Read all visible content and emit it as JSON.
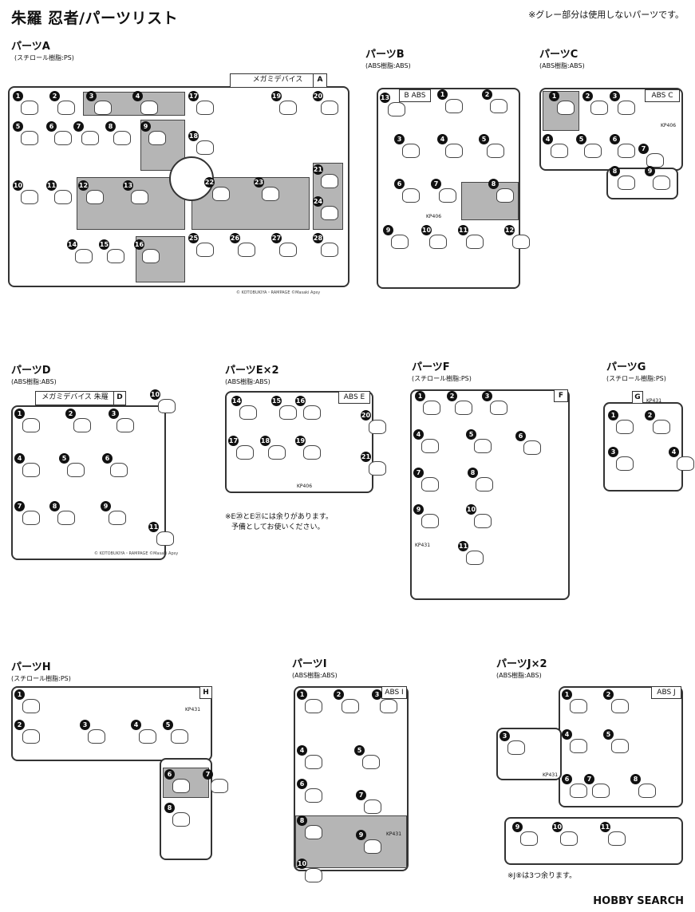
{
  "page": {
    "title": "朱羅 忍者/パーツリスト",
    "note": "※グレー部分は使用しないパーツです。"
  },
  "parts": {
    "A": {
      "title": "パーツA",
      "material": "(スチロール樹脂:PS)",
      "tag_name": "メガミデバイス",
      "tag_letter": "A",
      "credit": "© KOTOBUKIYA・RAMPAGE ©Masaki Apsy"
    },
    "B": {
      "title": "パーツB",
      "material": "(ABS樹脂:ABS)",
      "tag_letter": "B",
      "tag_mat": "ABS",
      "code": "KP406"
    },
    "C": {
      "title": "パーツC",
      "material": "(ABS樹脂:ABS)",
      "tag_letter": "C",
      "tag_mat": "ABS",
      "code": "KP406"
    },
    "D": {
      "title": "パーツD",
      "material": "(ABS樹脂:ABS)",
      "tag_name": "メガミデバイス 朱羅",
      "tag_letter": "D",
      "credit": "© KOTOBUKIYA・RAMPAGE ©Masaki Apsy"
    },
    "E": {
      "title": "パーツE×2",
      "material": "(ABS樹脂:ABS)",
      "tag_letter": "E",
      "tag_mat": "ABS",
      "code": "KP406",
      "note1": "※E⑳とE㉑には余りがあります。",
      "note2": "予備としてお使いください。"
    },
    "F": {
      "title": "パーツF",
      "material": "(スチロール樹脂:PS)",
      "tag_letter": "F",
      "code": "KP431"
    },
    "G": {
      "title": "パーツG",
      "material": "(スチロール樹脂:PS)",
      "tag_letter": "G",
      "code": "KP431"
    },
    "H": {
      "title": "パーツH",
      "material": "(スチロール樹脂:PS)",
      "tag_letter": "H",
      "code": "KP431"
    },
    "I": {
      "title": "パーツI",
      "material": "(ABS樹脂:ABS)",
      "tag_letter": "I",
      "tag_mat": "ABS",
      "code": "KP431"
    },
    "J": {
      "title": "パーツJ×2",
      "material": "(ABS樹脂:ABS)",
      "tag_letter": "J",
      "tag_mat": "ABS",
      "code": "KP431",
      "note": "※J⑧は3つ余ります。"
    }
  },
  "numbers": {
    "A": [
      "1",
      "2",
      "3",
      "4",
      "5",
      "6",
      "7",
      "8",
      "9",
      "10",
      "11",
      "12",
      "13",
      "14",
      "15",
      "16",
      "17",
      "18",
      "19",
      "20",
      "21",
      "22",
      "23",
      "24",
      "25",
      "26",
      "27",
      "28"
    ],
    "B": [
      "1",
      "2",
      "3",
      "4",
      "5",
      "6",
      "7",
      "8",
      "9",
      "10",
      "11",
      "12",
      "13"
    ],
    "C": [
      "1",
      "2",
      "3",
      "4",
      "5",
      "6",
      "7",
      "8",
      "9"
    ],
    "D": [
      "1",
      "2",
      "3",
      "4",
      "5",
      "6",
      "7",
      "8",
      "9",
      "10",
      "11"
    ],
    "E": [
      "14",
      "15",
      "16",
      "17",
      "18",
      "19",
      "20",
      "21"
    ],
    "F": [
      "1",
      "2",
      "3",
      "4",
      "5",
      "6",
      "7",
      "8",
      "9",
      "10",
      "11"
    ],
    "G": [
      "1",
      "2",
      "3",
      "4"
    ],
    "H": [
      "1",
      "2",
      "3",
      "4",
      "5",
      "6",
      "7",
      "8"
    ],
    "I": [
      "1",
      "2",
      "3",
      "4",
      "5",
      "6",
      "7",
      "8",
      "9",
      "10"
    ],
    "J": [
      "1",
      "2",
      "3",
      "4",
      "5",
      "6",
      "7",
      "8",
      "9",
      "10",
      "11"
    ]
  },
  "watermark": "HOBBY SEARCH",
  "colors": {
    "unused": "#b5b5b5",
    "line": "#333333"
  }
}
